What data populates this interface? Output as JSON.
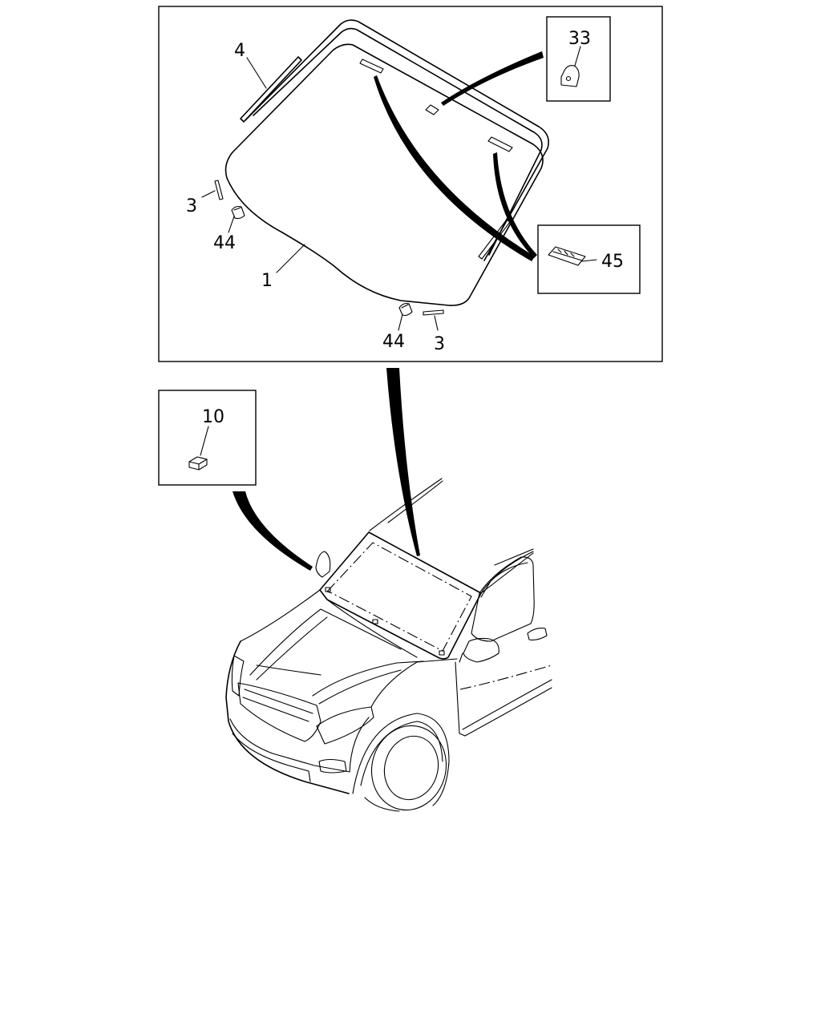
{
  "callouts": {
    "windshield_glass": "1",
    "spacer_left": "3",
    "spacer_bottom": "3",
    "molding": "4",
    "rivet_inset": "10",
    "bracket_inset": "33",
    "clip_left": "44",
    "clip_bottom": "44",
    "label_inset": "45"
  }
}
